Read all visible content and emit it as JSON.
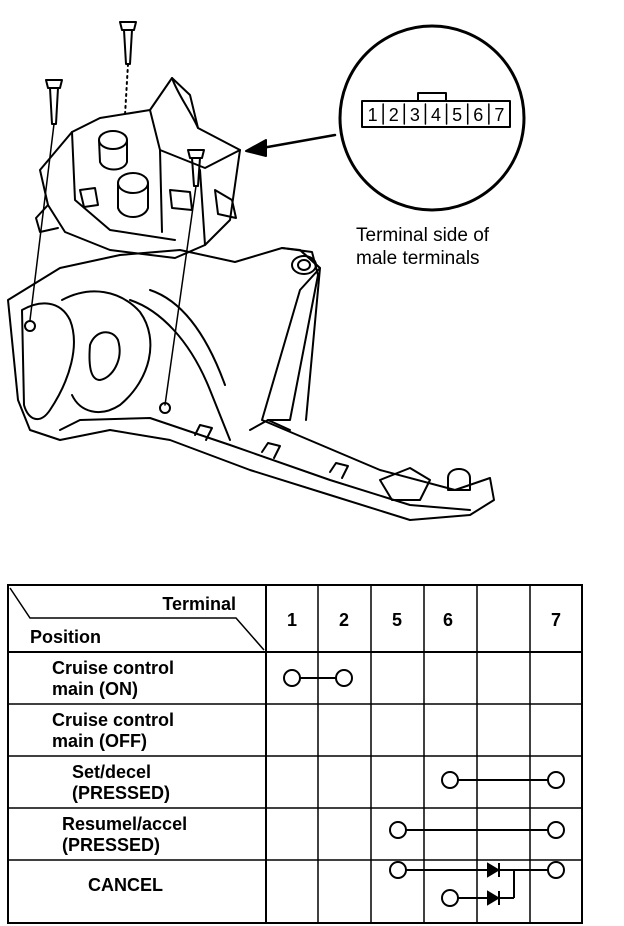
{
  "connector": {
    "pins": [
      "1",
      "2",
      "3",
      "4",
      "5",
      "6",
      "7"
    ],
    "caption_line1": "Terminal side of",
    "caption_line2": "male terminals"
  },
  "table": {
    "header_terminal": "Terminal",
    "header_position": "Position",
    "terminal_columns": [
      "1",
      "2",
      "5",
      "6",
      "",
      "7"
    ],
    "rows": [
      {
        "line1": "Cruise control",
        "line2": "main (ON)"
      },
      {
        "line1": "Cruise control",
        "line2": "main (OFF)"
      },
      {
        "line1": "Set/decel",
        "line2": "(PRESSED)"
      },
      {
        "line1": "Resumel/accel",
        "line2": "(PRESSED)"
      },
      {
        "line1": "CANCEL",
        "line2": ""
      }
    ]
  }
}
